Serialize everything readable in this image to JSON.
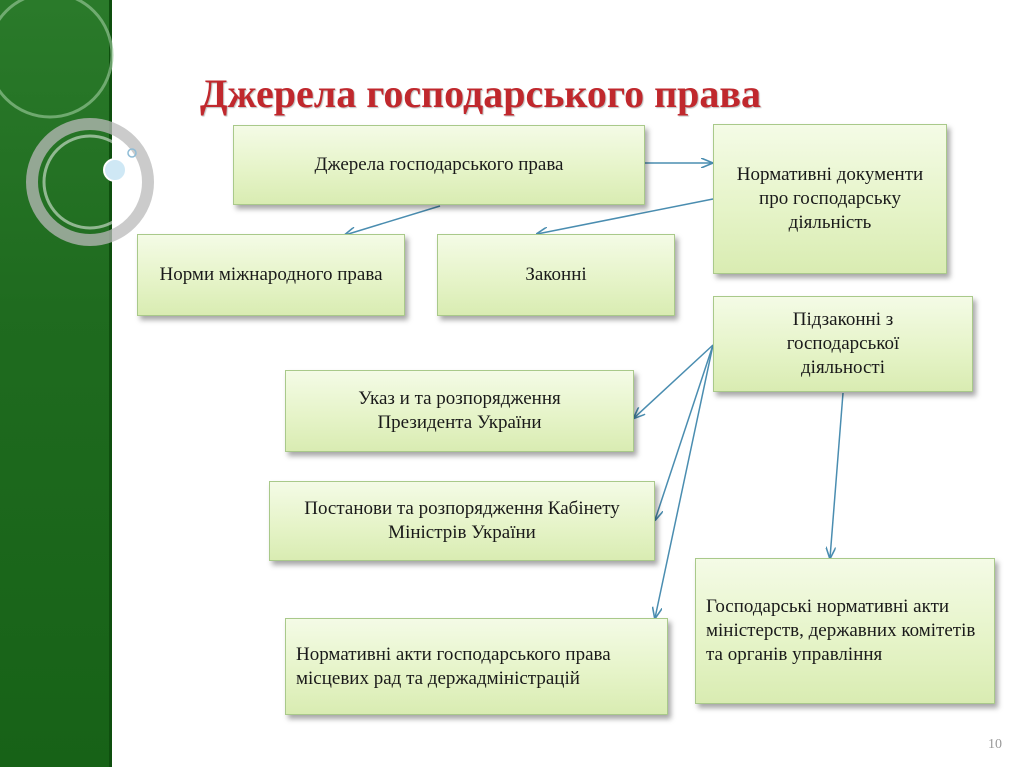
{
  "slide": {
    "title": "Джерела господарського права",
    "page_number": "10"
  },
  "boxes": {
    "root": "Джерела господарського права",
    "normative_documents": "Нормативні документи про господарську діяльність",
    "international_law": "Норми міжнародного права",
    "laws": "Законні",
    "bylaws": "Підзаконні з господарської діяльності",
    "president_decrees": "Указ и та розпорядження Президента України",
    "cabinet_resolutions": "Постанови та розпорядження Кабінету Міністрів України",
    "local_acts": "Нормативні акти господарського права місцевих рад та держадміністрацій",
    "ministry_acts": "Господарські нормативні акти міністерств, державних комітетів та органів управління"
  },
  "colors": {
    "title": "#c0282d",
    "side_band": "#1f6b1f",
    "box_fill": "#e6f4c9",
    "arrow": "#4a8db0"
  }
}
